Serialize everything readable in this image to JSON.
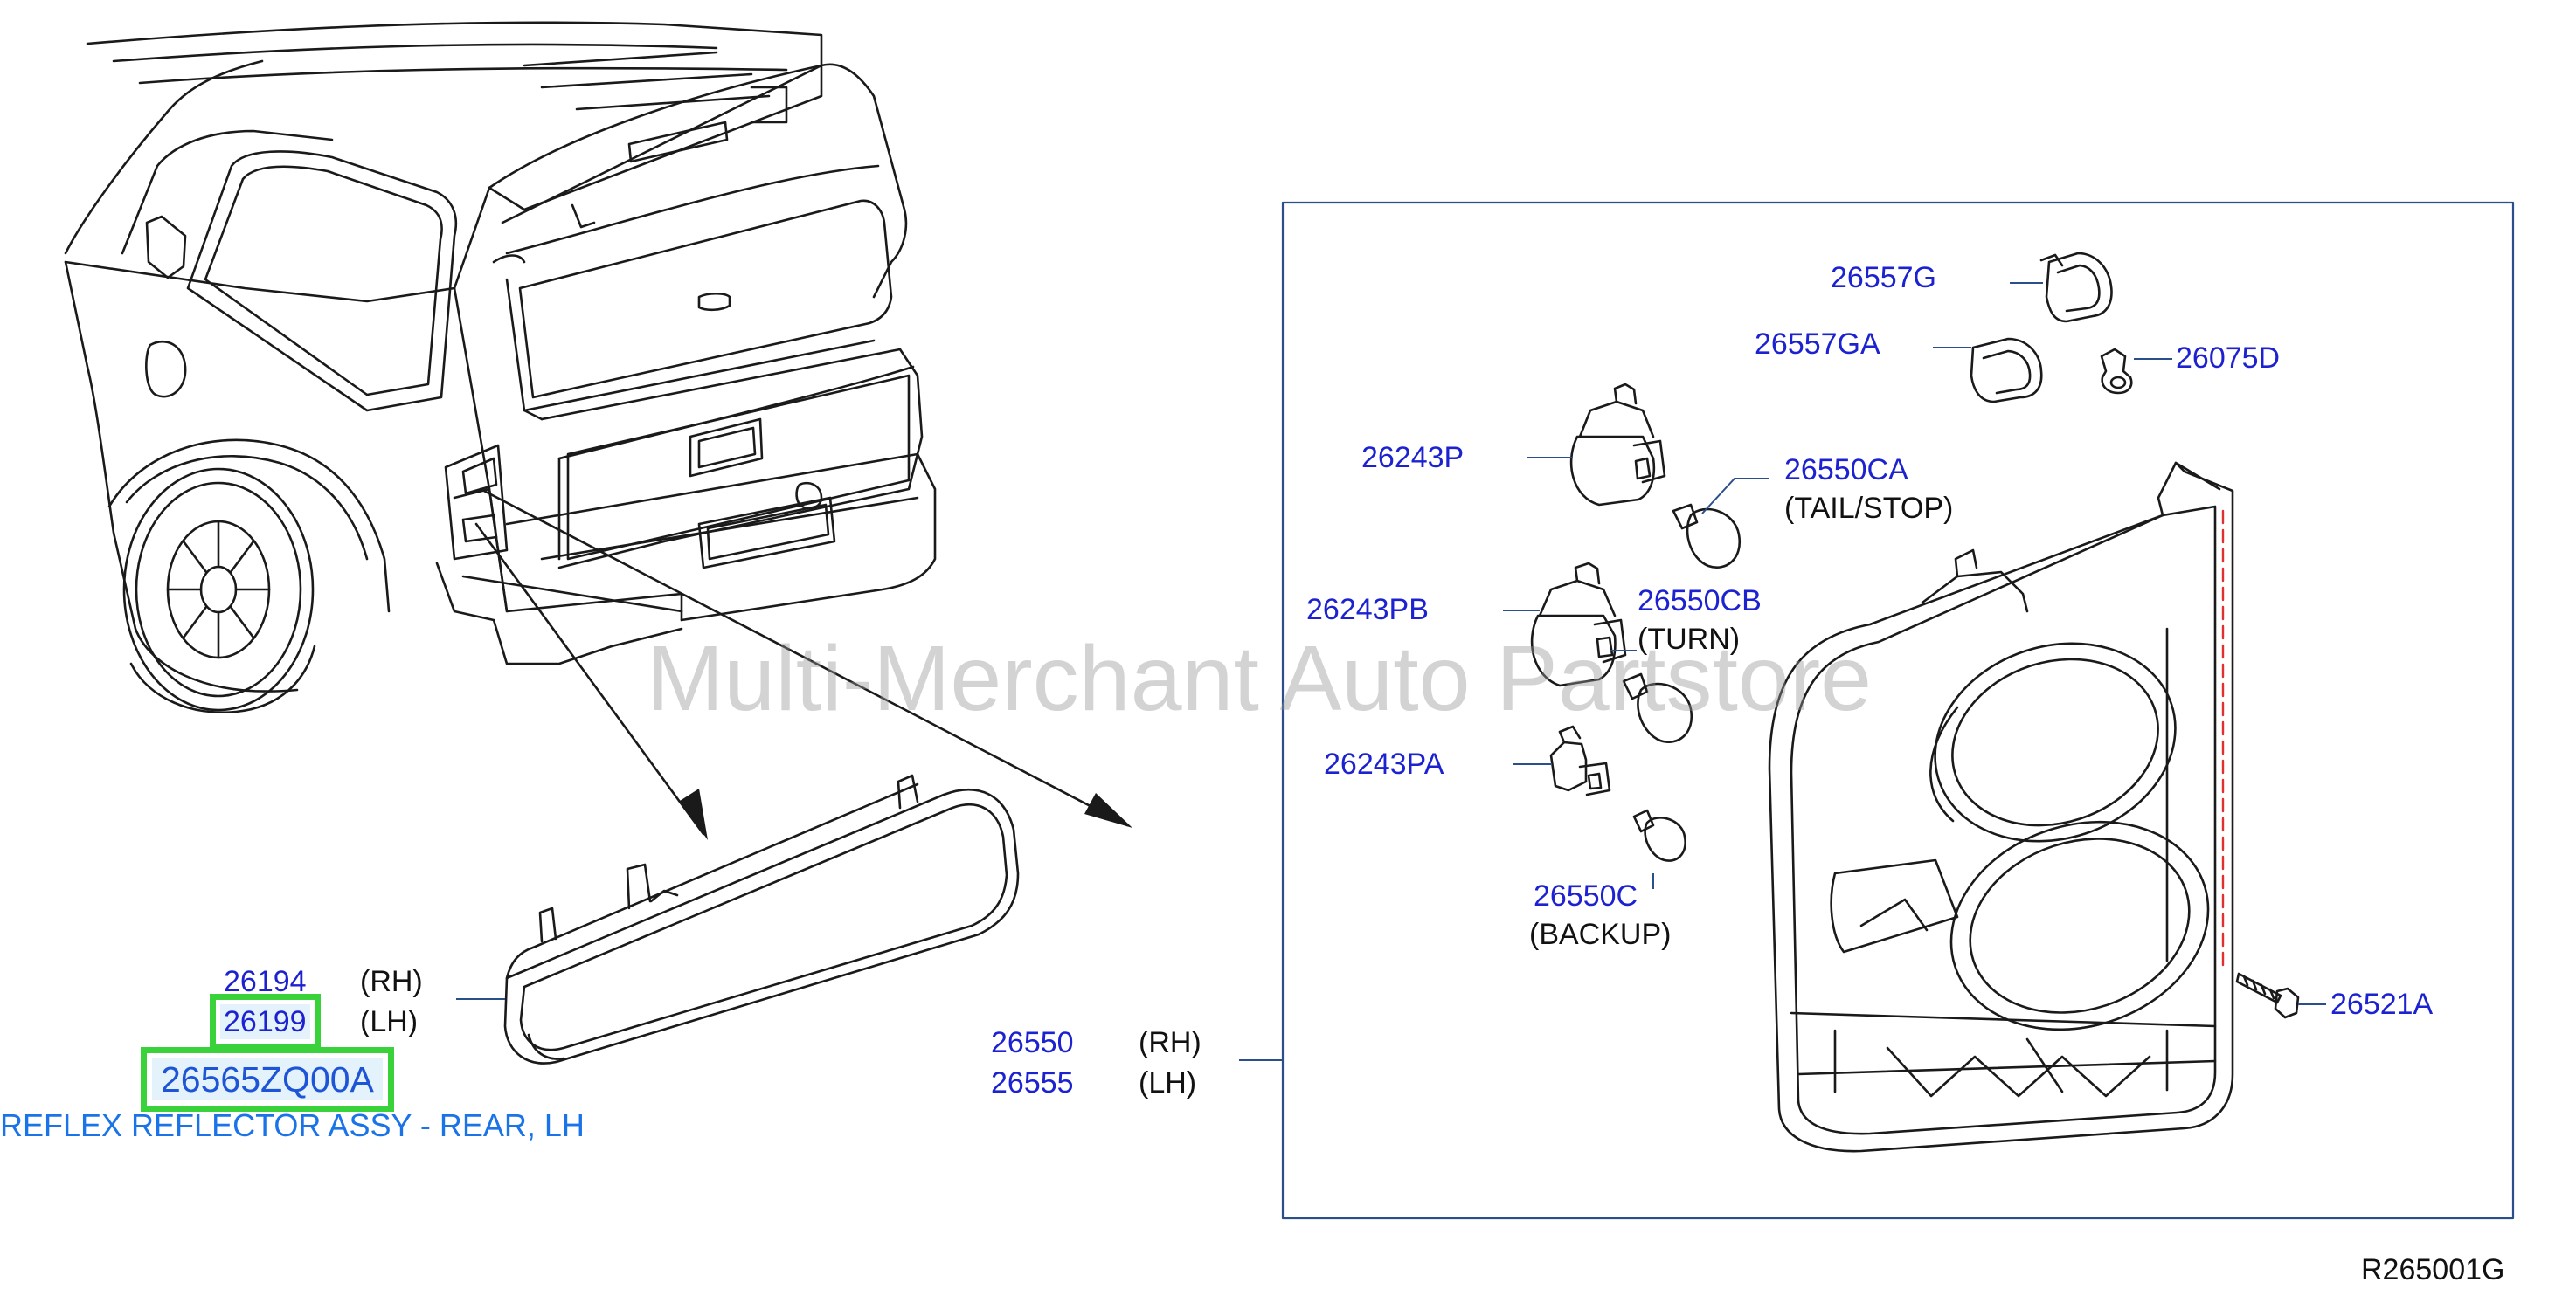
{
  "parts": {
    "p26557G": "26557G",
    "p26557GA": "26557GA",
    "p26075D": "26075D",
    "p26243P": "26243P",
    "p26550CA": "26550CA",
    "tail_stop": "(TAIL/STOP)",
    "p26243PB": "26243PB",
    "p26550CB": "26550CB",
    "turn": "(TURN)",
    "p26243PA": "26243PA",
    "p26550C": "26550C",
    "backup": "(BACKUP)",
    "p26521A": "26521A",
    "p26550": "26550",
    "p26555": "26555",
    "rh": "(RH)",
    "lh": "(LH)",
    "p26194": "26194",
    "p26199": "26199",
    "p26565ZQ00A": "26565ZQ00A"
  },
  "selected_part": {
    "number": "26565ZQ00A",
    "description": "REFLEX REFLECTOR ASSY - REAR, LH"
  },
  "watermark": "Multi-Merchant Auto Partstore",
  "diagram_ref": "R265001G",
  "colors": {
    "part_number": "#1d22d0",
    "highlight_border": "#3ad23a",
    "highlight_fill": "#e4f2fb",
    "description": "#1b73e8",
    "frame": "#2a4f8a"
  }
}
